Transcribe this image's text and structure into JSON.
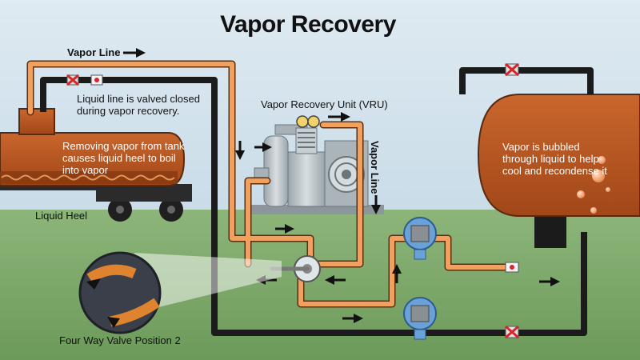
{
  "title": "Vapor Recovery",
  "labels": {
    "vapor_line_top": "Vapor Line",
    "liquid_line_closed": "Liquid line is valved closed during vapor recovery.",
    "vru": "Vapor Recovery Unit (VRU)",
    "vapor_line_vertical": "Vapor Line",
    "removing_vapor": "Removing vapor from tank causes liquid heel to boil into vapor",
    "liquid_heel": "Liquid Heel",
    "vapor_bubbled": "Vapor is bubbled through liquid to help cool and recondense it",
    "four_way_valve": "Four Way Valve Position 2"
  },
  "colors": {
    "sky": "#cfe0ea",
    "ground": "#7fa86a",
    "vapor_pipe": "#f2a05e",
    "liquid_pipe": "#1b1b1b",
    "tank": "#b8551f",
    "machine": "#b9c3c8",
    "transmitter": "#6aa2d8",
    "closed_valve": "#d6262b",
    "bubble": "#f4a97a"
  },
  "icons": {
    "flow_arrow": "arrow-icon",
    "closed_valve": "closed-valve-icon",
    "open_valve": "open-valve-icon",
    "transmitter": "pressure-transmitter-icon",
    "four_way_valve": "four-way-valve-icon"
  }
}
